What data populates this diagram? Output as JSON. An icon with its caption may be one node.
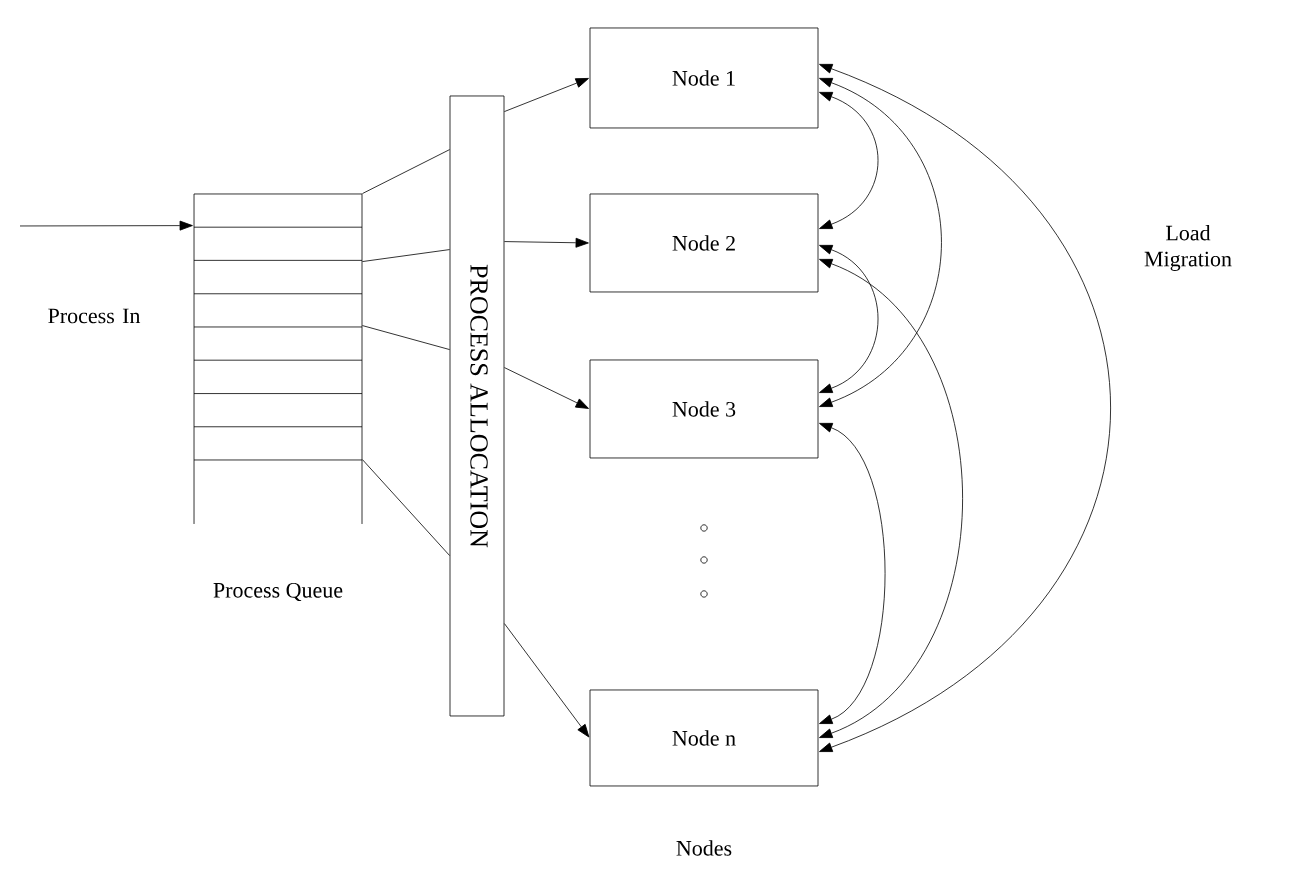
{
  "diagram": {
    "nodes": [
      {
        "text": [
          "Process Queue"
        ]
      },
      {
        "text": [
          "PROCESS ALLOCATION"
        ]
      },
      {
        "text": [
          "Node 1"
        ]
      },
      {
        "text": [
          "Node 2"
        ]
      },
      {
        "text": [
          "Node 3"
        ]
      },
      {
        "text": [
          "Node n"
        ]
      }
    ],
    "edges": [
      {
        "from": null,
        "to": 0,
        "arrow": "to"
      },
      {
        "from": 0,
        "to": 1,
        "arrow": "none"
      },
      {
        "from": 0,
        "to": 1,
        "arrow": "none"
      },
      {
        "from": 0,
        "to": 1,
        "arrow": "none"
      },
      {
        "from": 0,
        "to": 1,
        "arrow": "none"
      },
      {
        "from": 1,
        "to": 2,
        "arrow": "to"
      },
      {
        "from": 1,
        "to": 3,
        "arrow": "to"
      },
      {
        "from": 1,
        "to": 4,
        "arrow": "to"
      },
      {
        "from": 1,
        "to": 5,
        "arrow": "to"
      },
      {
        "from": 2,
        "to": 3,
        "arrow": "both"
      },
      {
        "from": 2,
        "to": 4,
        "arrow": "both"
      },
      {
        "from": 2,
        "to": 5,
        "arrow": "both"
      },
      {
        "from": 3,
        "to": 4,
        "arrow": "both"
      },
      {
        "from": 3,
        "to": 5,
        "arrow": "both"
      },
      {
        "from": 4,
        "to": 5,
        "arrow": "both"
      }
    ],
    "labels": [
      "Process In",
      "Load Migration",
      "Nodes"
    ]
  }
}
